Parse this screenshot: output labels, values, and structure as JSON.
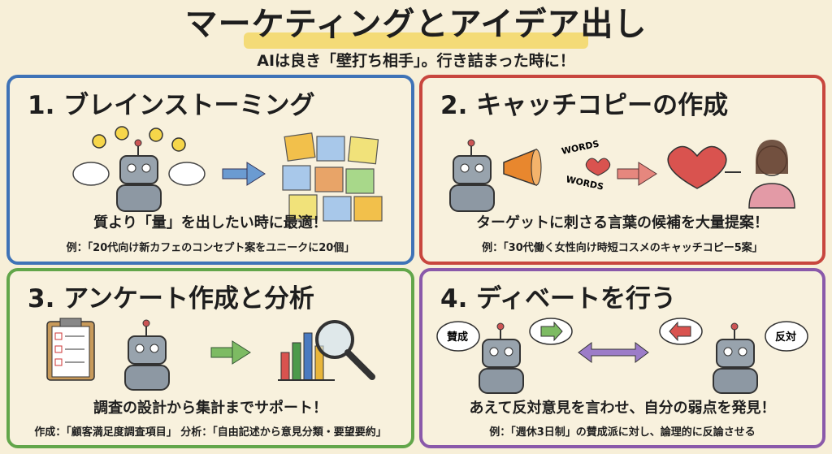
{
  "header": {
    "title": "マーケティングとアイデア出し",
    "subtitle": "AIは良き「壁打ち相手」。行き詰まった時に！"
  },
  "panels": [
    {
      "title": "1. ブレインストーミング",
      "main": "質より「量」を出したい時に最適！",
      "example": "例：「20代向け新カフェのコンセプト案をユニークに20個」",
      "color": "#3f73b7"
    },
    {
      "title": "2. キャッチコピーの作成",
      "main": "ターゲットに刺さる言葉の候補を大量提案！",
      "example": "例：「30代働く女性向け時短コスメのキャッチコピー5案」",
      "color": "#c8463e",
      "words": [
        "WORDS",
        "WORDS"
      ]
    },
    {
      "title": "3. アンケート作成と分析",
      "main": "調査の設計から集計までサポート！",
      "example": "作成：「顧客満足度調査項目」 分析：「自由記述から意見分類・要望要約」",
      "color": "#62a64a"
    },
    {
      "title": "4. ディベートを行う",
      "main": "あえて反対意見を言わせ、自分の弱点を発見！",
      "example": "例：「週休3日制」の賛成派に対し、論理的に反論させる",
      "color": "#8a59aa",
      "pro_label": "賛成",
      "con_label": "反対"
    }
  ],
  "icons": [
    "lightbulb-icon",
    "robot-icon",
    "sticky-notes-icon",
    "megaphone-icon",
    "heart-icon",
    "person-icon",
    "clipboard-icon",
    "bar-chart-icon",
    "magnifier-icon",
    "speech-bubble-icon",
    "arrow-icon"
  ]
}
